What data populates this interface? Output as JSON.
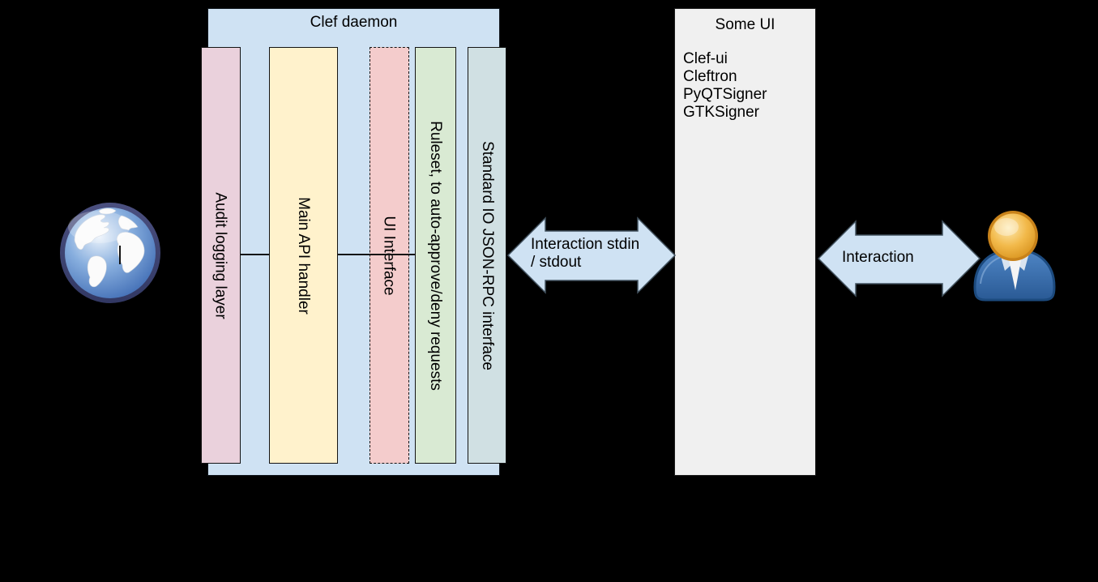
{
  "background_color": "#000000",
  "clef_daemon": {
    "title": "Clef daemon",
    "box_color": "#cfe2f3",
    "layers": [
      {
        "label": "Audit logging layer",
        "color": "#ead1dc",
        "border_style": "solid"
      },
      {
        "label": "Main API handler",
        "color": "#fff2cc",
        "border_style": "solid"
      },
      {
        "label": "UI Interface",
        "color": "#f4cccc",
        "border_style": "dashed"
      },
      {
        "label": "Ruleset, to auto-approve/deny requests",
        "color": "#d9ead3",
        "border_style": "solid"
      },
      {
        "label": "Standard IO JSON-RPC interface",
        "color": "#d0e0e3",
        "border_style": "solid"
      }
    ]
  },
  "some_ui": {
    "title": "Some UI",
    "box_color": "#f0f0f0",
    "items": [
      "Clef-ui",
      "Cleftron",
      "PyQTSigner",
      "GTKSigner"
    ]
  },
  "arrows": {
    "fill": "#cfe2f3",
    "stroke": "#42525f",
    "stdio_arrow": {
      "label_line1": "Interaction stdin",
      "label_line2": "/ stdout"
    },
    "user_arrow": {
      "label": "Interaction"
    }
  },
  "icons": {
    "globe": "globe-icon",
    "user": "person-icon"
  }
}
